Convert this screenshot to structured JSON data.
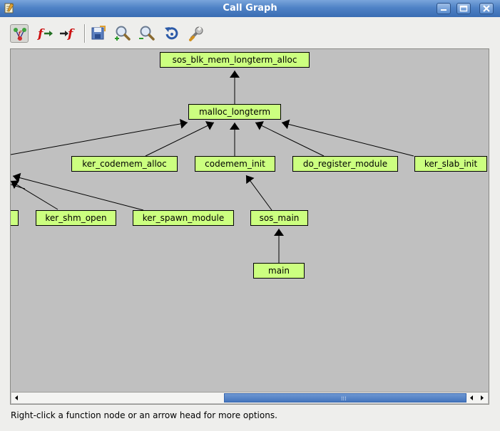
{
  "window": {
    "title": "Call Graph",
    "accent_color": "#4f82c6",
    "controls": [
      "minimize-icon",
      "maximize-icon",
      "close-icon"
    ]
  },
  "toolbar": {
    "buttons": [
      {
        "name": "call-graph-toggle-icon",
        "active": true
      },
      {
        "name": "callees-icon"
      },
      {
        "name": "callers-icon"
      },
      {
        "name": "save-image-icon"
      },
      {
        "name": "zoom-in-icon"
      },
      {
        "name": "zoom-out-icon"
      },
      {
        "name": "rotate-icon"
      },
      {
        "name": "settings-wrench-icon"
      }
    ]
  },
  "graph": {
    "background": "#c0c0c0",
    "node_color": "#ccff80",
    "nodes": [
      {
        "id": "sos_blk_mem_longterm_alloc",
        "label": "sos_blk_mem_longterm_alloc"
      },
      {
        "id": "malloc_longterm",
        "label": "malloc_longterm"
      },
      {
        "id": "ker_codemem_alloc",
        "label": "ker_codemem_alloc"
      },
      {
        "id": "codemem_init",
        "label": "codemem_init"
      },
      {
        "id": "do_register_module",
        "label": "do_register_module"
      },
      {
        "id": "ker_slab_init",
        "label": "ker_slab_init"
      },
      {
        "id": "partial_left",
        "label": ""
      },
      {
        "id": "ker_shm_open",
        "label": "ker_shm_open"
      },
      {
        "id": "ker_spawn_module",
        "label": "ker_spawn_module"
      },
      {
        "id": "sos_main",
        "label": "sos_main"
      },
      {
        "id": "main",
        "label": "main"
      }
    ]
  },
  "status_bar": {
    "text": "Right-click a function node or an arrow head for more options."
  }
}
